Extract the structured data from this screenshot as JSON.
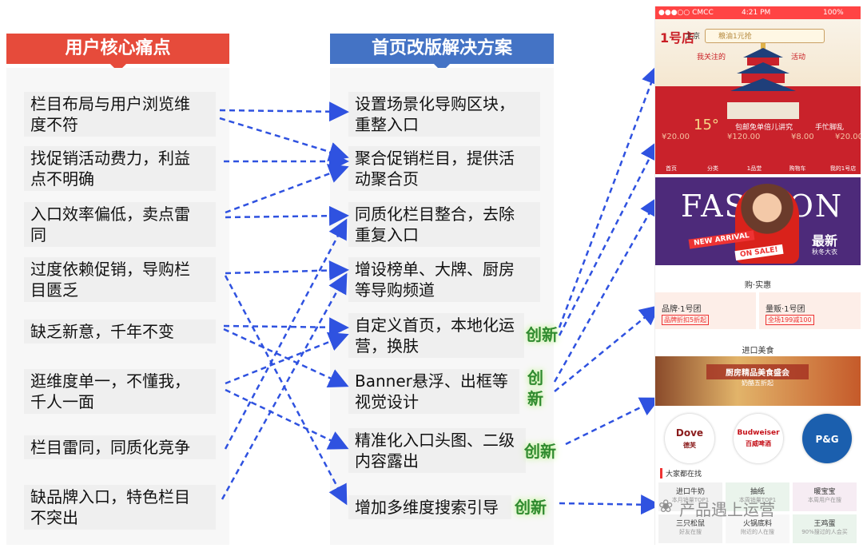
{
  "left": {
    "header": "用户核心痛点",
    "items": [
      {
        "line1": "栏目布局与用户浏览维",
        "line2": "度不符"
      },
      {
        "line1": "找促销活动费力，利益",
        "line2": "点不明确"
      },
      {
        "line1": "入口效率偏低，卖点雷",
        "line2": "同"
      },
      {
        "line1": "过度依赖促销，导购栏",
        "line2": "目匮乏"
      },
      {
        "line1": "缺乏新意，千年不变",
        "line2": ""
      },
      {
        "line1": "逛维度单一，不懂我，",
        "line2": "千人一面"
      },
      {
        "line1": "栏目雷同，同质化竞争",
        "line2": ""
      },
      {
        "line1": "缺品牌入口，特色栏目",
        "line2": "不突出"
      }
    ]
  },
  "right": {
    "header": "首页改版解决方案",
    "items": [
      {
        "line1": "设置场景化导购区块，",
        "line2": "重整入口"
      },
      {
        "line1": "聚合促销栏目，提供活",
        "line2": "动聚合页"
      },
      {
        "line1": "同质化栏目整合，去除",
        "line2": "重复入口"
      },
      {
        "line1": "增设榜单、大牌、厨房",
        "line2": "等导购频道"
      },
      {
        "line1": "自定义首页，本地化运",
        "line2": "营，换肤"
      },
      {
        "line1": "Banner悬浮、出框等",
        "line2": "视觉设计"
      },
      {
        "line1": "精准化入口头图、二级",
        "line2": "内容露出"
      },
      {
        "line1": "增加多维度搜索引导",
        "line2": ""
      }
    ],
    "badge": "创新",
    "badge_stack_top": "创",
    "badge_stack_bottom": "新"
  },
  "colors": {
    "left_header": "#e64b3b",
    "right_header": "#4473c5",
    "arrow": "#2f52e0",
    "badge": "#2f8a2f"
  },
  "phone": {
    "status": {
      "carrier": "●●●○○ CMCC",
      "time": "4:21 PM",
      "battery": "100%"
    },
    "logo": "1号店",
    "city": "北京",
    "search_placeholder": "粮油1元抢",
    "follow": "我关注的",
    "activity": "活动",
    "temperature": "15°",
    "promo_left": "包邮免单倍儿讲究",
    "promo_right": "手忙脚乱",
    "nav_items": [
      "首页",
      "分类",
      "1品堂",
      "购物车",
      "我的1号店"
    ],
    "prices": [
      "¥20.00",
      "¥120.00",
      "¥8.00",
      "¥20.00"
    ],
    "banner": {
      "title": "FASHION",
      "tag": "NEW ARRIVAL",
      "tag2": "ON SALE!",
      "big": "最新",
      "small": "秋冬大衣"
    },
    "gou": "购·实惠",
    "cards": [
      {
        "title": "品牌·1号团",
        "sub": "品牌折扣5折起"
      },
      {
        "title": "量贩·1号团",
        "sub": "全场199减100"
      }
    ],
    "food_section": "进口美食",
    "food_title": "厨房精品美食盛会",
    "food_sub": "奶酪五折起",
    "brands": [
      {
        "name": "Dove",
        "sub": "德芙",
        "color": "#8a1b1b"
      },
      {
        "name": "Budweiser",
        "sub": "百威啤酒",
        "color": "#c5121a"
      },
      {
        "name": "P&G",
        "sub": "",
        "color": "#1b5fae"
      }
    ],
    "find_title": "大家都在找",
    "finds": [
      {
        "a": "进口牛奶",
        "b": "本月销量TOP1"
      },
      {
        "a": "抽纸",
        "b": "本周销量TOP1"
      },
      {
        "a": "暖宝宝",
        "b": "本周用户在搜"
      },
      {
        "a": "三只松鼠",
        "b": "好友在搜"
      },
      {
        "a": "火锅底料",
        "b": "附近的人在搜"
      },
      {
        "a": "王鸡蛋",
        "b": "90%搜过的人会买"
      }
    ]
  },
  "watermark": {
    "icon": "wechat-icon",
    "text": "产品遇上运营"
  }
}
